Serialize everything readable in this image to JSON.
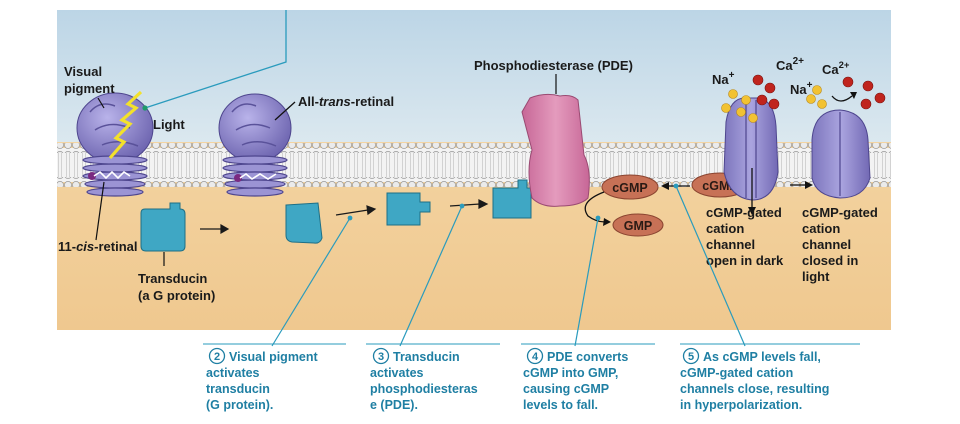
{
  "labels": {
    "visual_pigment": [
      "Visual",
      "pigment"
    ],
    "light": "Light",
    "all_trans_prefix": "All-",
    "all_trans_italic": "trans",
    "all_trans_suffix": "-retinal",
    "cis_prefix": "11-",
    "cis_italic": "cis",
    "cis_suffix": "-retinal",
    "transducin": [
      "Transducin",
      "(a G protein)"
    ],
    "pde": "Phosphodiesterase (PDE)",
    "cgmp_1": "cGMP",
    "cgmp_2": "cGMP",
    "gmp": "GMP",
    "na_1": "Na",
    "ca_1": "Ca",
    "na_2": "Na",
    "ca_2": "Ca",
    "plus": "+",
    "two_plus": "2+",
    "channel_open": [
      "cGMP-gated",
      "cation",
      "channel",
      "open in dark"
    ],
    "channel_closed": [
      "cGMP-gated",
      "cation",
      "channel",
      "closed in",
      "light"
    ]
  },
  "steps": [
    {
      "number": "2",
      "lines": [
        "Visual pigment",
        "activates",
        "transducin",
        "(G protein)."
      ]
    },
    {
      "number": "3",
      "lines": [
        "Transducin",
        "activates",
        "phosphodiesteras",
        "e (PDE)."
      ]
    },
    {
      "number": "4",
      "lines": [
        "PDE converts",
        "cGMP into GMP,",
        "causing cGMP",
        "levels to fall."
      ]
    },
    {
      "number": "5",
      "lines": [
        "As cGMP levels fall,",
        "cGMP-gated cation",
        "channels close, resulting",
        "in hyperpolarization."
      ]
    }
  ],
  "colors": {
    "cytoplasm": "#f2cf98",
    "extracellular": "#c9dfec",
    "pigment": "#8c84c8",
    "transducin": "#3fa7c4",
    "pde": "#d47aa4",
    "cgmp": "#c77156",
    "caption": "#1f7fa3",
    "na": "#f2c232",
    "ca": "#c0241d"
  }
}
